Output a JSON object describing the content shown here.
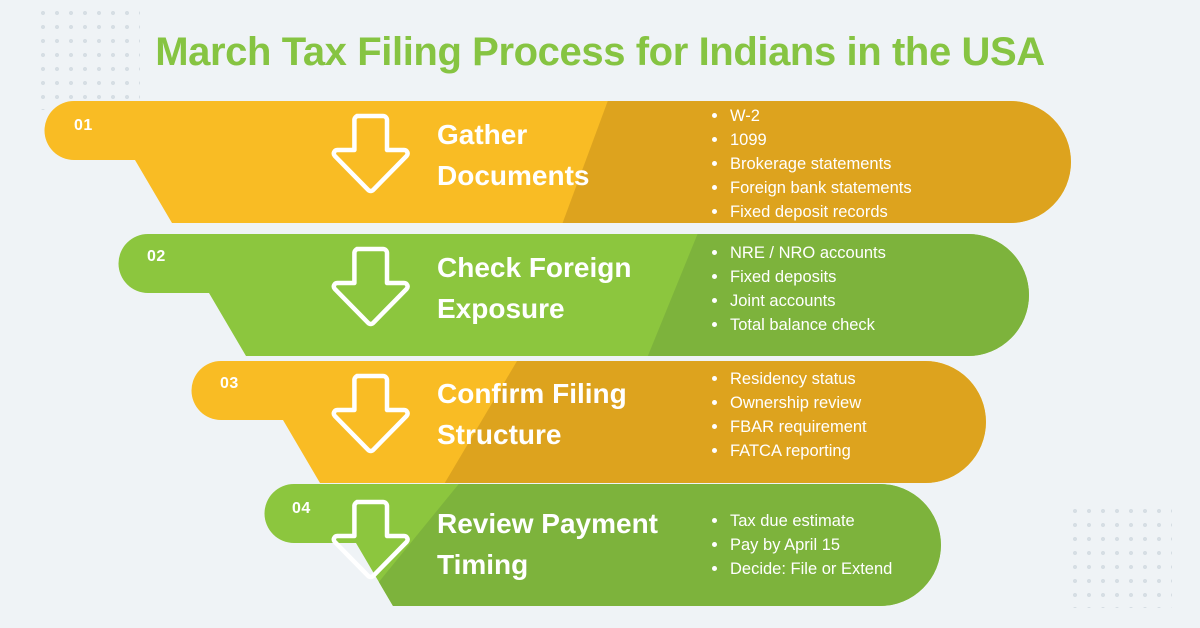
{
  "page_title": "March Tax Filing Process for Indians in the USA",
  "colors": {
    "background": "#eff3f6",
    "title": "#86c442",
    "amber": "#f9bc24",
    "amber_dark": "#dda31e",
    "green": "#8cc63e",
    "green_dark": "#7db33c",
    "text_on_band": "#ffffff",
    "dots": "#d6dee4"
  },
  "decorations": {
    "top_left_dots": "dot-grid",
    "bottom_right_dots": "dot-grid"
  },
  "steps": [
    {
      "number": "01",
      "title": "Gather\nDocuments",
      "icon": "down-arrow-icon",
      "color": "amber",
      "bullets": [
        "W-2",
        "1099",
        "Brokerage statements",
        "Foreign bank statements",
        "Fixed deposit records"
      ]
    },
    {
      "number": "02",
      "title": "Check Foreign\nExposure",
      "icon": "down-arrow-icon",
      "color": "green",
      "bullets": [
        "NRE / NRO accounts",
        "Fixed deposits",
        "Joint accounts",
        "Total balance check"
      ]
    },
    {
      "number": "03",
      "title": "Confirm Filing\nStructure",
      "icon": "down-arrow-icon",
      "color": "amber",
      "bullets": [
        "Residency status",
        "Ownership review",
        "FBAR requirement",
        "FATCA reporting"
      ]
    },
    {
      "number": "04",
      "title": "Review Payment\nTiming",
      "icon": "down-arrow-icon",
      "color": "green",
      "bullets": [
        "Tax due estimate",
        "Pay by April 15",
        "Decide: File or Extend"
      ]
    }
  ]
}
